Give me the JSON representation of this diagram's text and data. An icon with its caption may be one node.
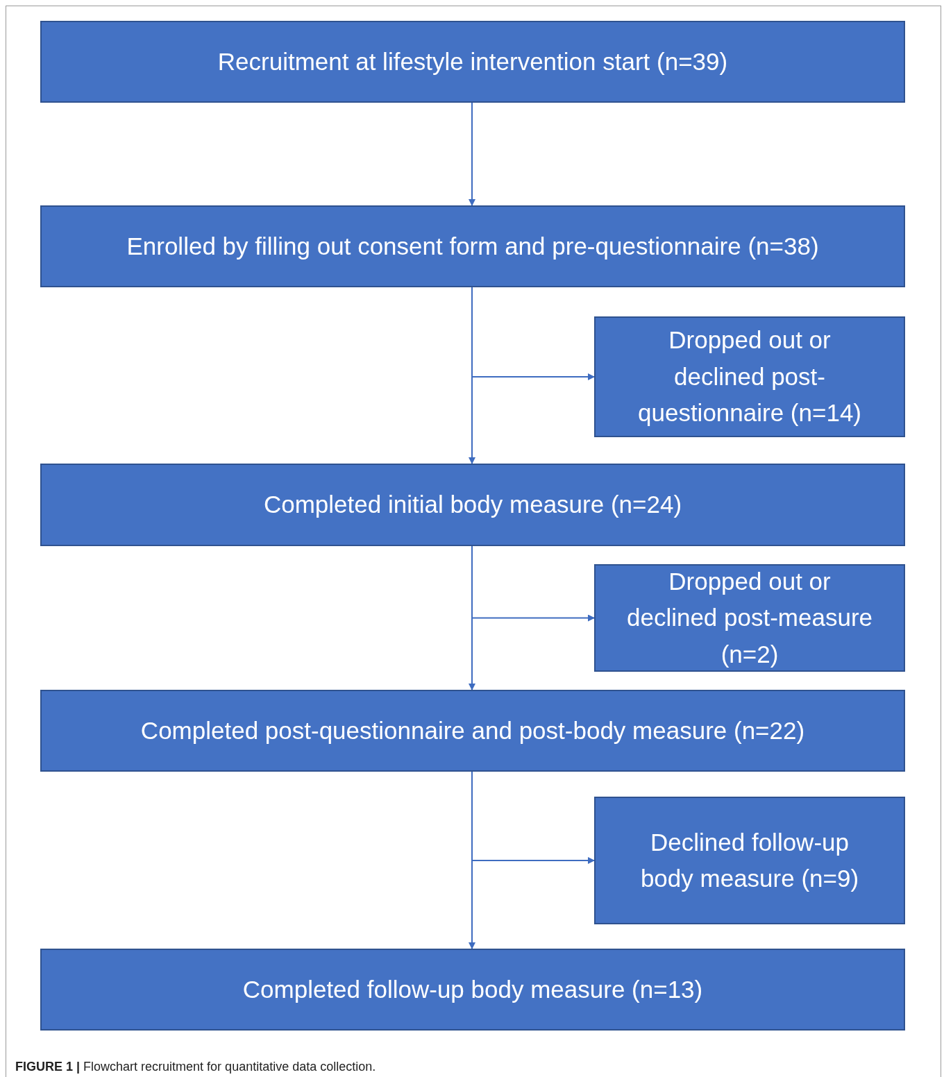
{
  "diagram": {
    "caption": "**FIGURE 1 |** Flowchart recruitment for quantitative data collection.",
    "nodes": [
      {
        "text": [
          "Recruitment at lifestyle intervention start (n=39)"
        ]
      },
      {
        "text": [
          "Enrolled by filling out consent form and pre-questionnaire (n=38)"
        ]
      },
      {
        "text": [
          "Dropped out or declined post-questionnaire (n=14)"
        ]
      },
      {
        "text": [
          "Completed initial body measure (n=24)"
        ]
      },
      {
        "text": [
          "Dropped out or declined post-measure (n=2)"
        ]
      },
      {
        "text": [
          "Completed post-questionnaire and post-body measure (n=22)"
        ]
      },
      {
        "text": [
          "Declined follow-up body measure (n=9)"
        ]
      },
      {
        "text": [
          "Completed follow-up body measure (n=13)"
        ]
      }
    ],
    "edges": [
      {
        "from": 0,
        "to": 1,
        "arrow": "to"
      },
      {
        "from": 1,
        "to": 3,
        "arrow": "to"
      },
      {
        "from": 1,
        "to": 2,
        "arrow": "to"
      },
      {
        "from": 3,
        "to": 5,
        "arrow": "to"
      },
      {
        "from": 3,
        "to": 4,
        "arrow": "to"
      },
      {
        "from": 5,
        "to": 7,
        "arrow": "to"
      },
      {
        "from": 5,
        "to": 6,
        "arrow": "to"
      }
    ]
  }
}
